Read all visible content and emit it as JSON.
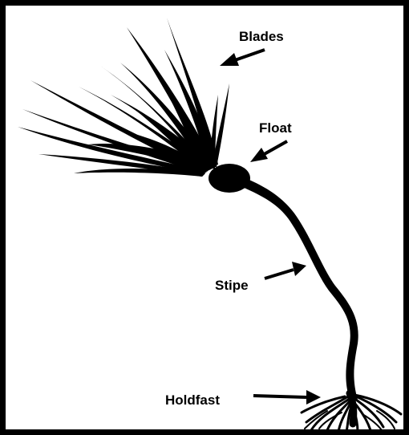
{
  "diagram": {
    "labels": {
      "blades": "Blades",
      "float": "Float",
      "stipe": "Stipe",
      "holdfast": "Holdfast"
    }
  },
  "colors": {
    "ink": "#000000",
    "background": "#ffffff"
  }
}
